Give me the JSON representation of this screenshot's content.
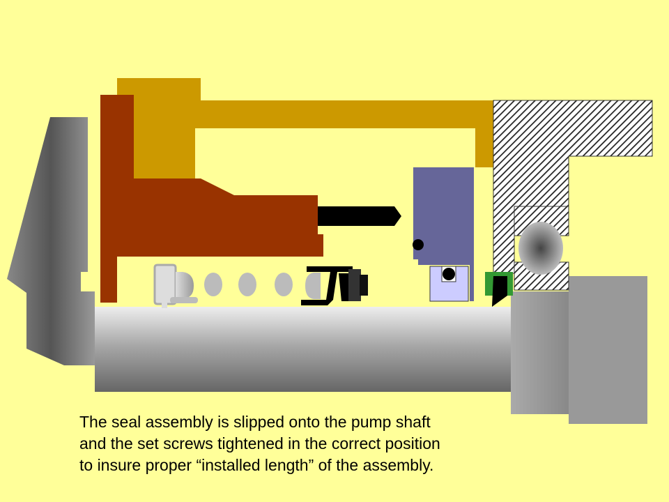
{
  "caption": {
    "lines": [
      "The seal assembly is slipped onto the pump shaft",
      "and the set screws tightened in the correct position",
      "to insure proper “installed length” of the assembly."
    ]
  },
  "colors": {
    "background": "#FFFF99",
    "gland": "#CC9900",
    "sleeve_collar": "#993300",
    "set_screw": "#000000",
    "rotating_face": "#666699",
    "stationary_insert": "#CCCCFF",
    "o_ring": "#000000",
    "gasket": "#339933",
    "housing_hatch": "#333333",
    "shaft": "#999999",
    "spring": "#BBBBBB"
  }
}
